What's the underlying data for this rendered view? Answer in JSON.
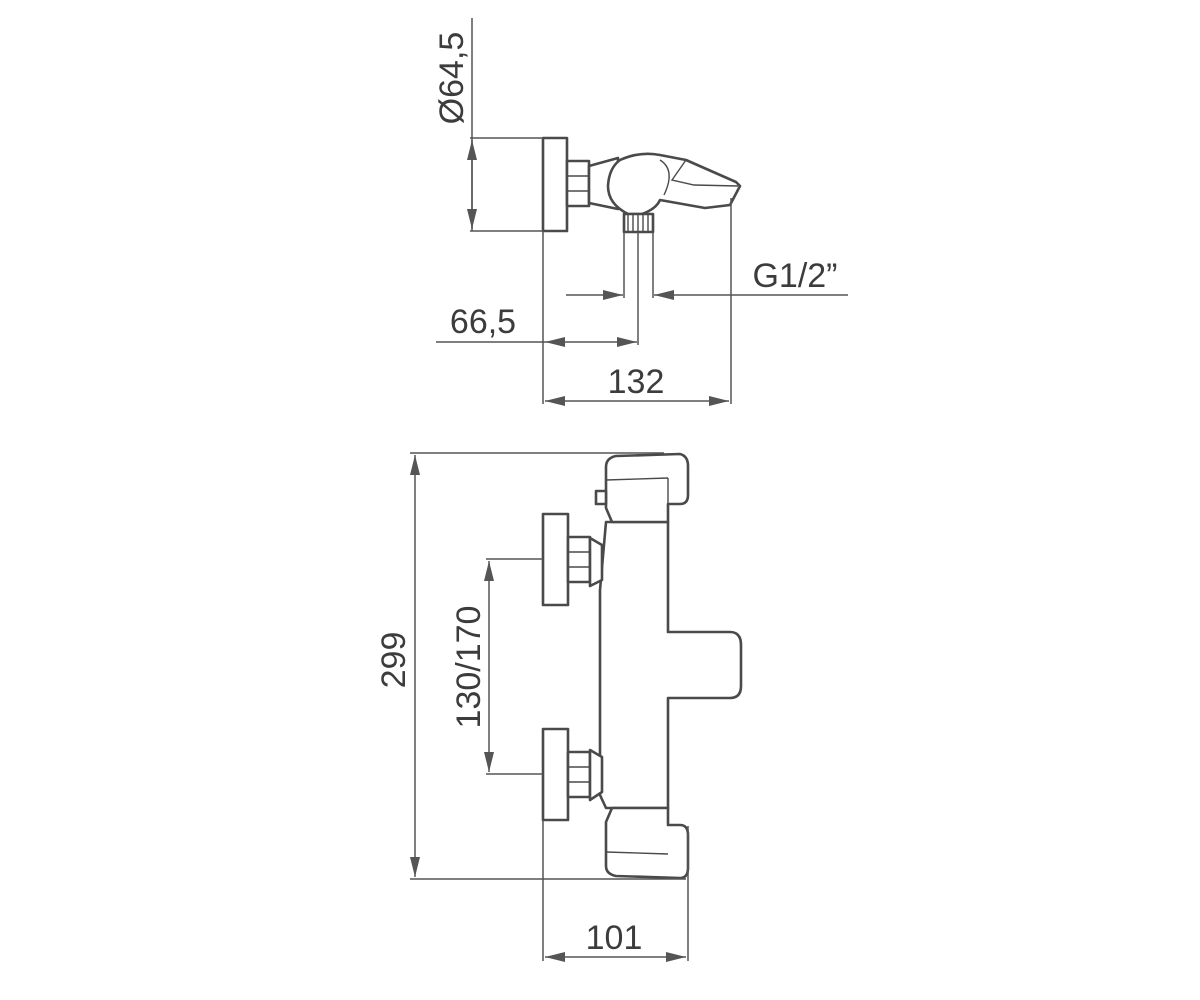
{
  "dimensions": {
    "diameter": "Ø64,5",
    "thread": "G1/2”",
    "inlet_offset": "66,5",
    "projection": "132",
    "height": "299",
    "centers": "130/170",
    "depth": "101"
  }
}
